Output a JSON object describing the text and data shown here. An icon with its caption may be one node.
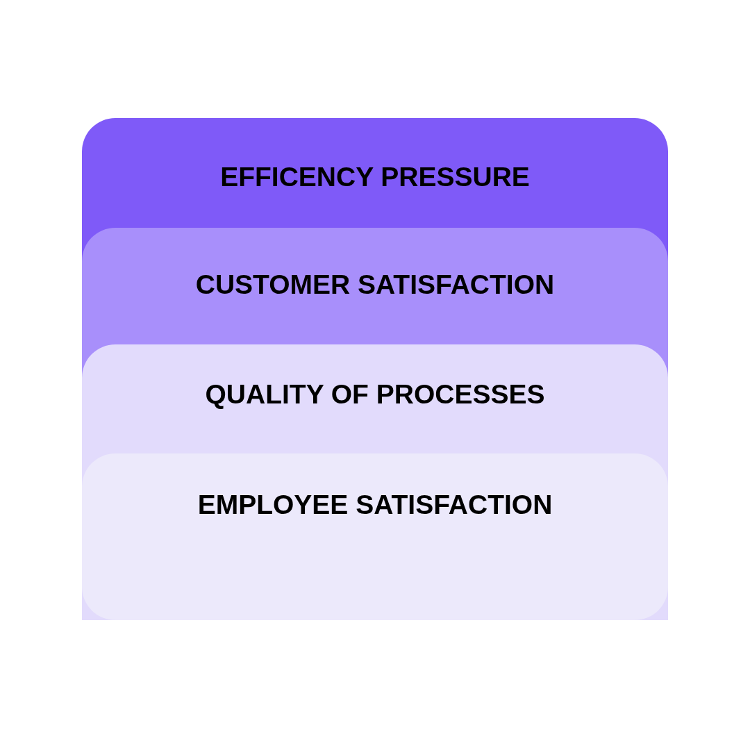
{
  "diagram": {
    "nodes": [
      {
        "text": [
          "EFFICENCY PRESSURE"
        ]
      },
      {
        "text": [
          "CUSTOMER SATISFACTION"
        ]
      },
      {
        "text": [
          "QUALITY OF PROCESSES"
        ]
      },
      {
        "text": [
          "EMPLOYEE SATISFACTION"
        ]
      }
    ]
  }
}
